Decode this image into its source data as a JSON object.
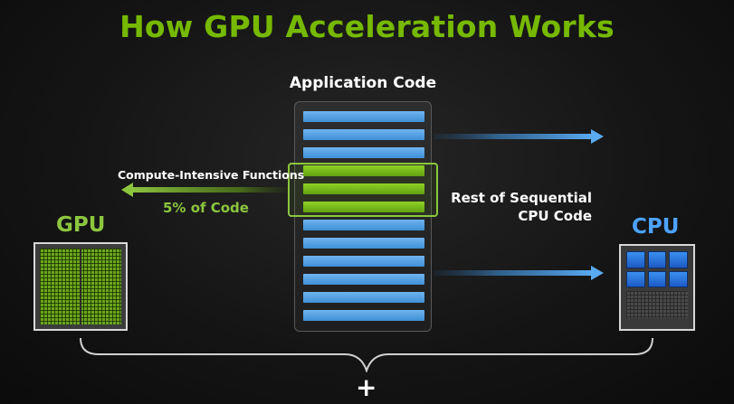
{
  "title": "How GPU Acceleration Works",
  "app_code_label": "Application Code",
  "code_lines": [
    "blue",
    "blue",
    "blue",
    "green",
    "green",
    "green",
    "blue",
    "blue",
    "blue",
    "blue",
    "blue",
    "blue"
  ],
  "compute_label": "Compute-Intensive Functions",
  "percent_label": "5% of Code",
  "rest_label_line1": "Rest of Sequential",
  "rest_label_line2": "CPU Code",
  "gpu_label": "GPU",
  "cpu_label": "CPU",
  "plus_symbol": "+",
  "colors": {
    "accent_green": "#76b900",
    "code_blue": "#4a9be3",
    "cpu_blue": "#4da3ff"
  },
  "icons": {
    "gpu": "gpu-chip-icon",
    "cpu": "cpu-chip-icon",
    "left_arrow": "arrow-left-icon",
    "right_arrows": "arrow-right-icon",
    "brace": "curly-brace-icon"
  }
}
